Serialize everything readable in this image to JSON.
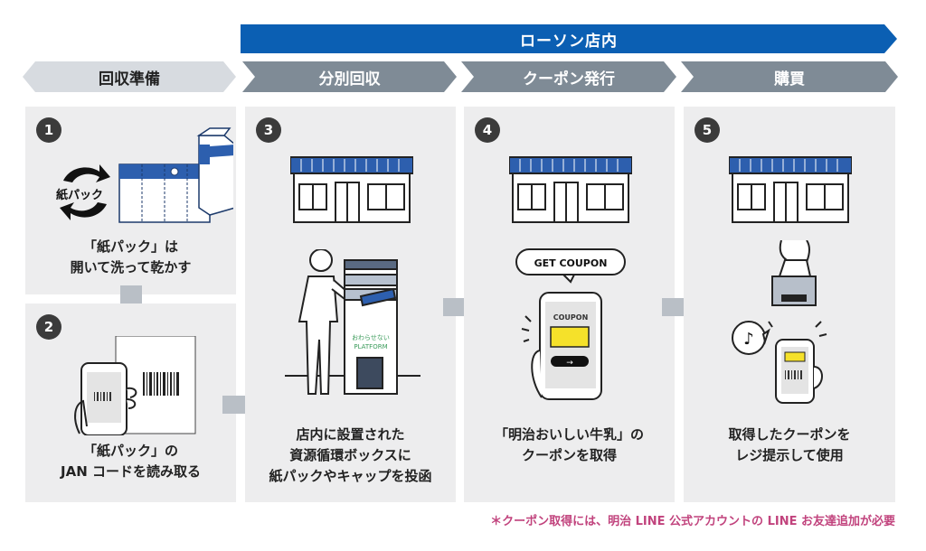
{
  "lawson_banner": {
    "label": "ローソン店内",
    "color": "#0b5fb3"
  },
  "stages": [
    {
      "label": "回収準備"
    },
    {
      "label": "分別回収"
    },
    {
      "label": "クーポン発行"
    },
    {
      "label": "購買"
    }
  ],
  "steps": [
    {
      "number": "1",
      "caption_lines": [
        "「紙パック」は",
        "開いて洗って乾かす"
      ],
      "icon_text": "紙パック"
    },
    {
      "number": "2",
      "caption_lines": [
        "「紙パック」の",
        "JAN コードを読み取る"
      ]
    },
    {
      "number": "3",
      "caption_lines": [
        "店内に設置された",
        "資源循環ボックスに",
        "紙パックやキャップを投函"
      ],
      "box_text_1": "おわらせない",
      "box_text_2": "PLATFORM"
    },
    {
      "number": "4",
      "caption_lines": [
        "「明治おいしい牛乳」の",
        "クーポンを取得"
      ],
      "bubble_text": "GET COUPON",
      "phone_text": "COUPON"
    },
    {
      "number": "5",
      "caption_lines": [
        "取得したクーポンを",
        "レジ提示して使用"
      ]
    }
  ],
  "footnote": "＊クーポン取得には、明治 LINE 公式アカウントの LINE お友達追加が必要",
  "colors": {
    "lawson_blue": "#0b5fb3",
    "stage_gray": "#7f8b96",
    "stage_light": "#d7dbe0",
    "panel_bg": "#ededee",
    "coupon_yellow": "#f5e12a",
    "note_pink": "#c1437d"
  }
}
